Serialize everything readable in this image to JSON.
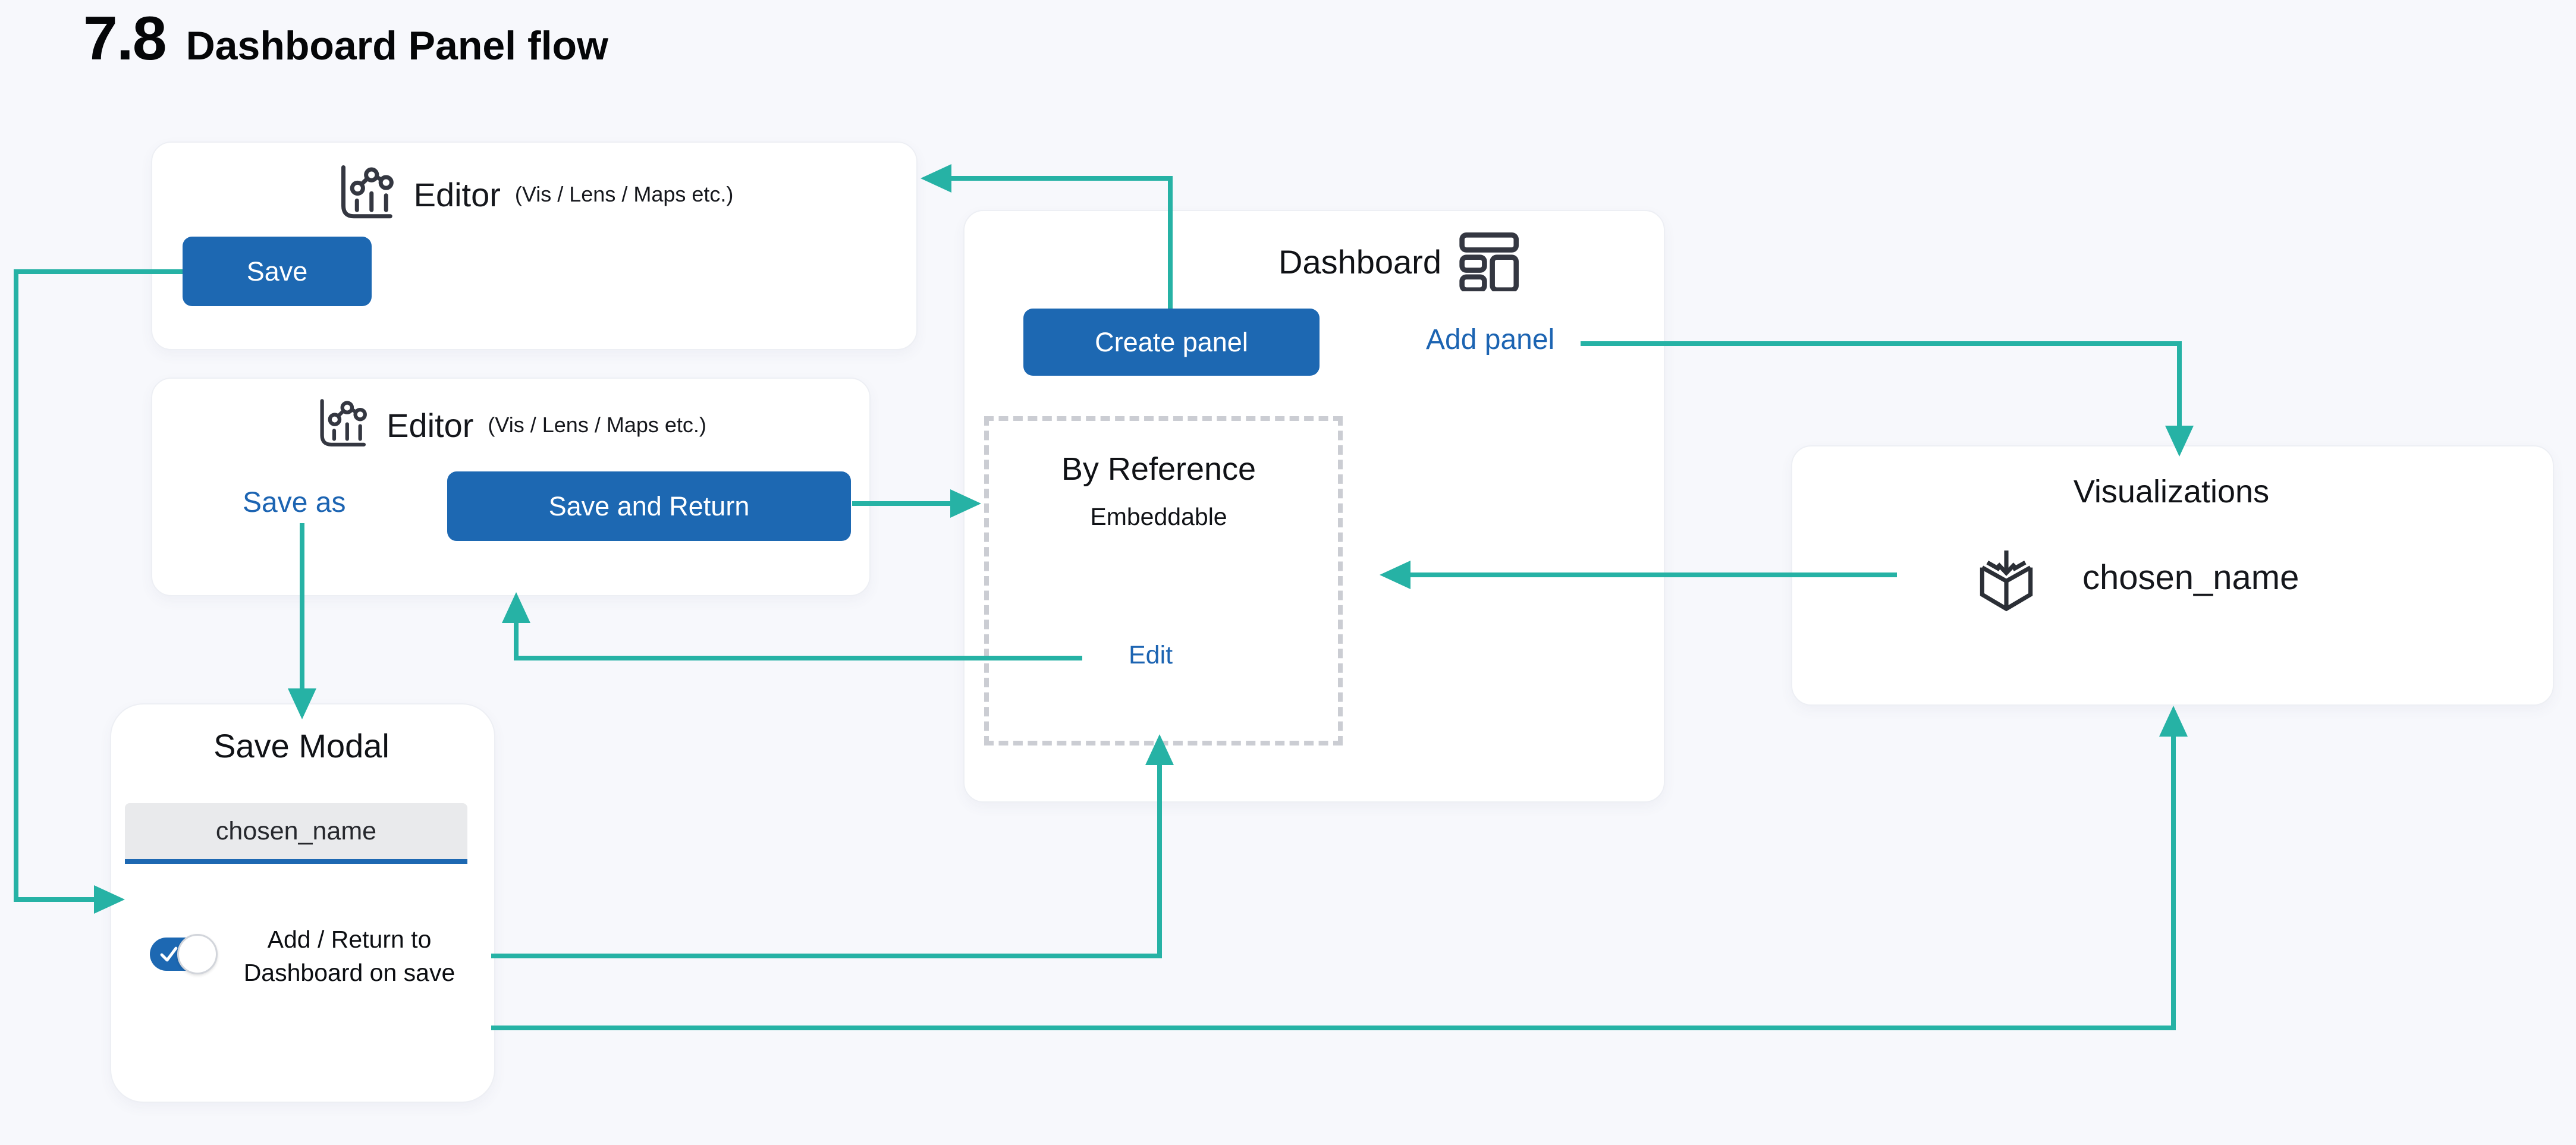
{
  "page": {
    "background": "#f7f8fc",
    "accent_teal": "#26b2a5",
    "accent_blue": "#1d68b2",
    "icon_color": "#343741"
  },
  "header": {
    "section_number": "7.8",
    "title": "Dashboard Panel flow"
  },
  "editor_top": {
    "icon": "visualize-chart-icon",
    "title": "Editor",
    "subtitle": "(Vis / Lens / Maps etc.)",
    "save_button": "Save"
  },
  "editor_bottom": {
    "icon": "visualize-chart-icon",
    "title": "Editor",
    "subtitle": "(Vis / Lens / Maps etc.)",
    "save_as_link": "Save as",
    "save_and_return_button": "Save and Return"
  },
  "dashboard": {
    "title": "Dashboard",
    "icon": "dashboard-grid-icon",
    "create_panel_button": "Create panel",
    "add_panel_link": "Add panel",
    "by_reference": {
      "title": "By Reference",
      "subtitle": "Embeddable",
      "edit_link": "Edit"
    }
  },
  "visualizations": {
    "title": "Visualizations",
    "icon": "package-import-icon",
    "item_name": "chosen_name"
  },
  "save_modal": {
    "title": "Save Modal",
    "name_input_value": "chosen_name",
    "toggle": {
      "state": "on",
      "label_line1": "Add / Return to",
      "label_line2": "Dashboard on save"
    }
  }
}
